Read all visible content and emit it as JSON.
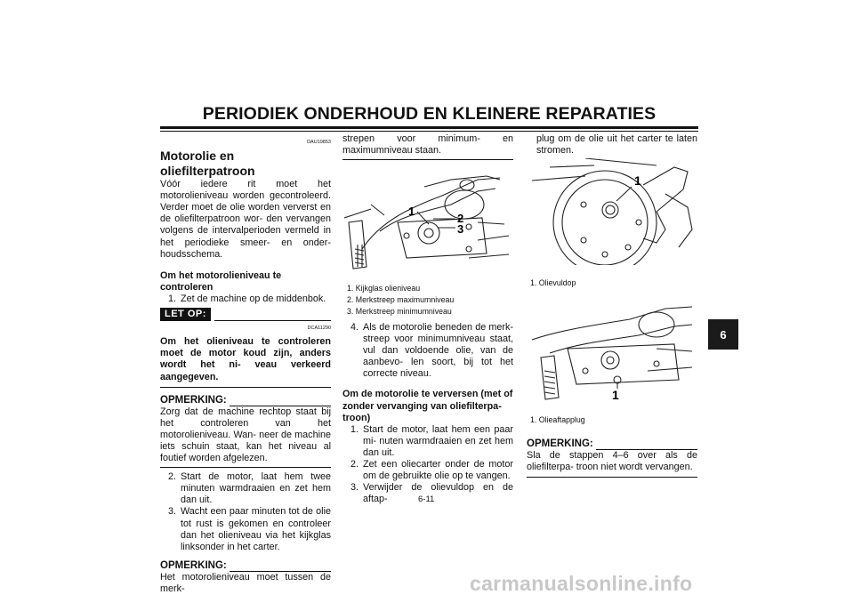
{
  "header": {
    "title": "PERIODIEK ONDERHOUD EN KLEINERE REPARATIES"
  },
  "tab": {
    "label": "6"
  },
  "col1": {
    "code1": "DAU19853",
    "heading": "Motorolie en oliefilterpatroon",
    "intro": "Vóór iedere rit moet het motorolieniveau worden gecontroleerd. Verder moet de olie worden ververst en de oliefilterpatroon wor- den vervangen volgens de intervalperioden vermeld in het periodieke smeer- en onder- houdsschema.",
    "subheading": "Om het motorolieniveau te controleren",
    "step1_num": "1.",
    "step1": "Zet de machine op de middenbok.",
    "caution_label": "LET OP:",
    "code2": "DCA11290",
    "caution_text": "Om het olieniveau te controleren moet de motor koud zijn, anders wordt het ni- veau verkeerd aangegeven.",
    "note1_label": "OPMERKING:",
    "note1_text": "Zorg dat de machine rechtop staat bij het controleren van het motorolieniveau. Wan- neer de machine iets schuin staat, kan het niveau al foutief worden afgelezen.",
    "step2_num": "2.",
    "step2": "Start de motor, laat hem twee minuten warmdraaien en zet hem dan uit.",
    "step3_num": "3.",
    "step3": "Wacht een paar minuten tot de olie tot rust is gekomen en controleer dan het olieniveau via het kijkglas linksonder in het carter.",
    "note2_label": "OPMERKING:",
    "note2_text": "Het motorolieniveau moet tussen de merk-"
  },
  "col2": {
    "cont_text": "strepen voor minimum- en maximumniveau staan.",
    "fig_labels": [
      "1",
      "2",
      "3"
    ],
    "captions": [
      "1. Kijkglas olieniveau",
      "2. Merkstreep maximumniveau",
      "3. Merkstreep minimumniveau"
    ],
    "step4_num": "4.",
    "step4": "Als de motorolie beneden de merk- streep voor minimumniveau staat, vul dan voldoende olie, van de aanbevo- len soort, bij tot het correcte niveau.",
    "subheading": "Om de motorolie te verversen (met of zonder vervanging van oliefilterpa- troon)",
    "s1_num": "1.",
    "s1": "Start de motor, laat hem een paar mi- nuten warmdraaien en zet hem dan uit.",
    "s2_num": "2.",
    "s2": "Zet een oliecarter onder de motor om de gebruikte olie op te vangen.",
    "s3_num": "3.",
    "s3": "Verwijder de olievuldop en de aftap-"
  },
  "col3": {
    "cont_text": "plug om de olie uit het carter te laten stromen.",
    "fig1_label": "1",
    "fig1_caption": "1. Olievuldop",
    "fig2_label": "1",
    "fig2_caption": "1. Olieaftapplug",
    "note_label": "OPMERKING:",
    "note_text": "Sla de stappen 4–6 over als de oliefilterpa- troon niet wordt vervangen."
  },
  "footer": {
    "page_number": "6-11"
  },
  "watermark": {
    "text": "carmanualsonline.info"
  }
}
